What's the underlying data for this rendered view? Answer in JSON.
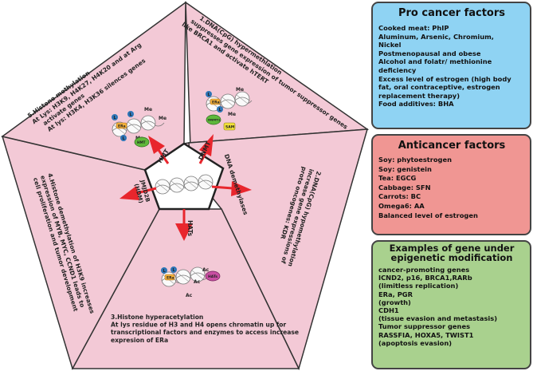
{
  "panels": {
    "p1": [
      "1.DNA(CpG) hypermethlation",
      "suppresses gene expression of tumor suppressor genes",
      "like BRCA1 and activate hTERT"
    ],
    "p2": [
      "2.DNA(CpG) hypomethylation",
      "increase gene expressions of",
      "proto oncogenes: KDR"
    ],
    "p3": [
      "3.Histone hyperacetylation",
      "At lys residue of H3 and H4 opens chromatin up for",
      "transcriptional factors and enzymes to access increase",
      "expresion of ERa"
    ],
    "p4": [
      "4.Histone demethylation of H3K9 increases",
      "expression of MYB, MYC, CCND1 leads to",
      "cell proliferation and tumor development"
    ],
    "p5": [
      "5.Histone methylation",
      "At Lys: H3K9, H4K27, H4K20 and at Arg",
      "activate genes",
      "At lys: H3K4, H3K36 silences genes"
    ]
  },
  "enzymes": {
    "hmt": "HMT",
    "dnmt": "DNMT",
    "demethylases": "DNA demethylases",
    "hats": "HATs",
    "jmjd2b": "JMJD2B",
    "hdm": "(HDM)"
  },
  "mini": {
    "me": "Me",
    "l": "L",
    "ac": "Ac",
    "dnmt1": "DNMT1",
    "sam": "SAM",
    "era": "ERa",
    "hats": "HATs",
    "hmt": "HMT"
  },
  "pro": {
    "title": "Pro cancer factors",
    "items": [
      "Cooked meat: PhIP",
      "Aluminum, Arsenic, Chromium,",
      "Nickel",
      "Postmenopausal and obese",
      "Alcohol and folatr/ methionine",
      "deficiency",
      "Excess level of estrogen (high body",
      "fat, oral contraceptive, estrogen",
      "replacement therapy)",
      "Food additives: BHA"
    ]
  },
  "anti": {
    "title": "Anticancer factors",
    "items": [
      "Soy: phytoestrogen",
      "Soy: genistein",
      "Tea: EGCG",
      "Cabbage: SFN",
      "Carrots: BC",
      "Omega6: AA",
      "Balanced level of estrogen"
    ]
  },
  "genes": {
    "title": "Examples of gene under epigenetic modification",
    "items": [
      "cancer-promoting genes",
      "ICND2, p16, BRCA1,RARb",
      "(limitless replication)",
      "ERa, PGR",
      "(growth)",
      "CDH1",
      "(tissue evasion and metastasis)",
      "Tumor suppressor genes",
      "RASSFIA, HOXA5, TWIST1",
      "(apoptosis evasion)"
    ]
  },
  "colors": {
    "panel_fill": "#f3c9d6",
    "arrow": "#e8262d",
    "pro_bg": "#8fd3f3",
    "anti_bg": "#f09693",
    "gene_bg": "#a9d18e"
  }
}
